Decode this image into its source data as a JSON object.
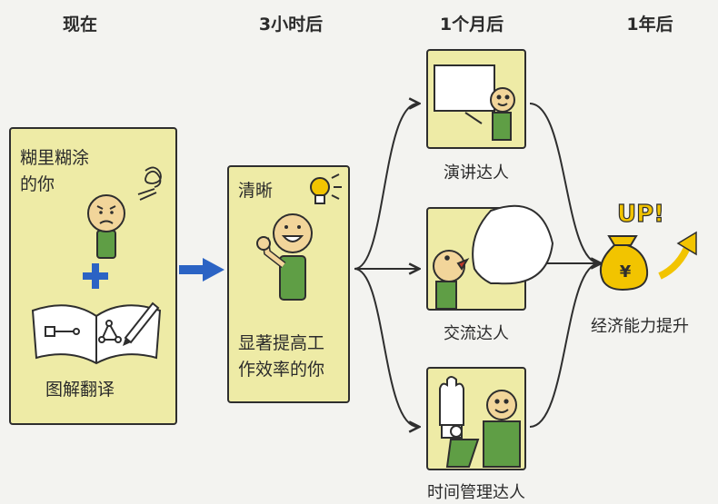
{
  "headers": {
    "now": "现在",
    "three_hours": "3小时后",
    "one_month": "1个月后",
    "one_year": "1年后"
  },
  "stage_now": {
    "title_line1": "糊里糊涂",
    "title_line2": "的你",
    "book_caption": "图解翻译"
  },
  "stage_three_hours": {
    "title": "清晰",
    "body_line1": "显著提高工",
    "body_line2": "作效率的你"
  },
  "stage_one_month": {
    "presenter_caption": "演讲达人",
    "communicator_caption": "交流达人",
    "time_manager_caption": "时间管理达人"
  },
  "stage_one_year": {
    "up_label": "UP!",
    "currency_symbol": "¥",
    "caption": "经济能力提升"
  },
  "colors": {
    "card": "#eeeba6",
    "skin": "#f2d59a",
    "shirt": "#5f9e45",
    "arrow_blue": "#2b63c4",
    "money_bag": "#f2c400"
  }
}
